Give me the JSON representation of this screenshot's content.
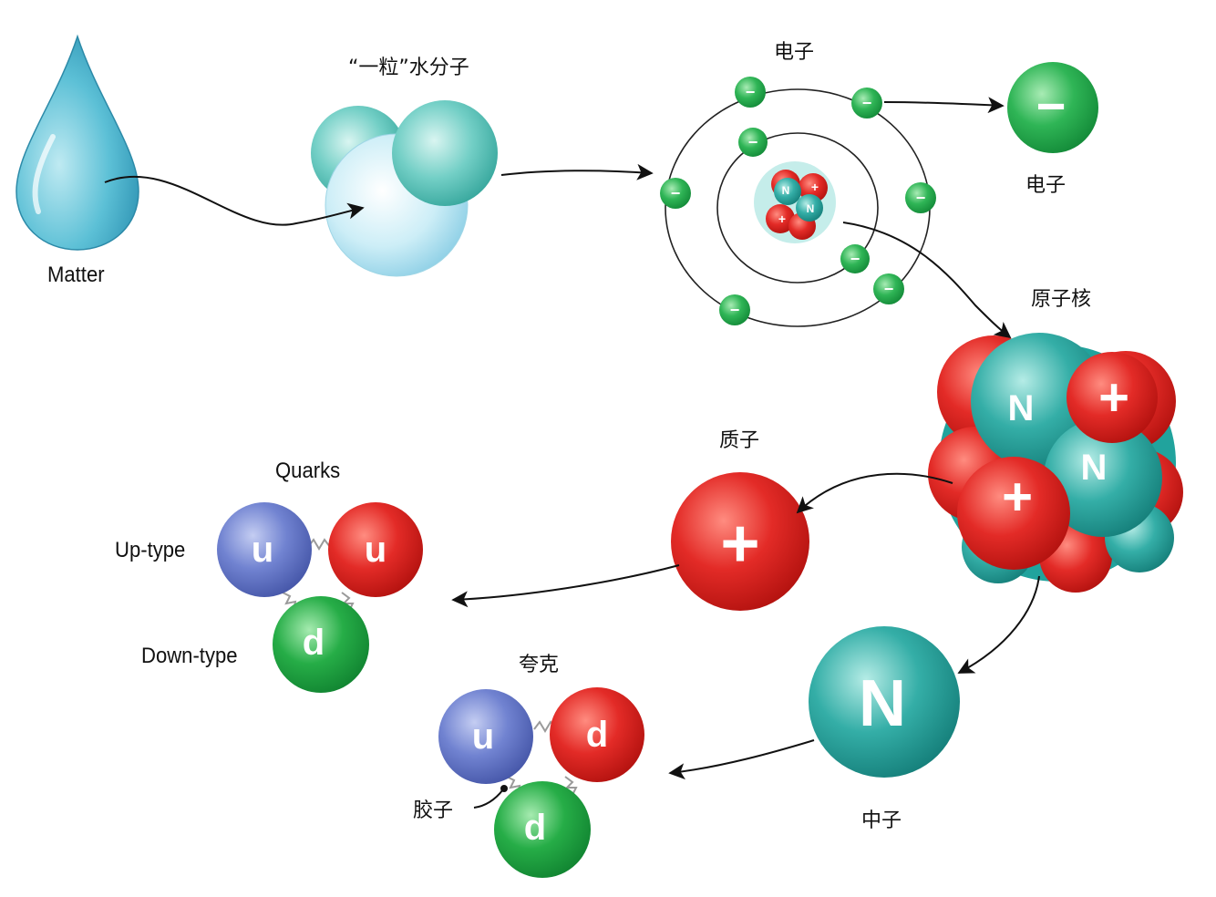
{
  "labels": {
    "matter": "Matter",
    "water_molecule": "“一粒”水分子",
    "electron_top": "电子",
    "electron_right": "电子",
    "nucleus": "原子核",
    "proton": "质子",
    "neutron": "中子",
    "quarks": "Quarks",
    "up_type": "Up-type",
    "down_type": "Down-type",
    "quark_cn": "夸克",
    "gluon": "胶子"
  },
  "glyphs": {
    "electron": "−",
    "plus": "+",
    "neutron": "N",
    "up": "u",
    "down": "d"
  },
  "colors": {
    "water": "#4fb8cf",
    "molecule": "#5cc6c0",
    "electron": "#21a84a",
    "proton": "#e02a2a",
    "neutron": "#2aa7a1",
    "up_quark": "#6b7fcf",
    "down_quark": "#23a843"
  }
}
